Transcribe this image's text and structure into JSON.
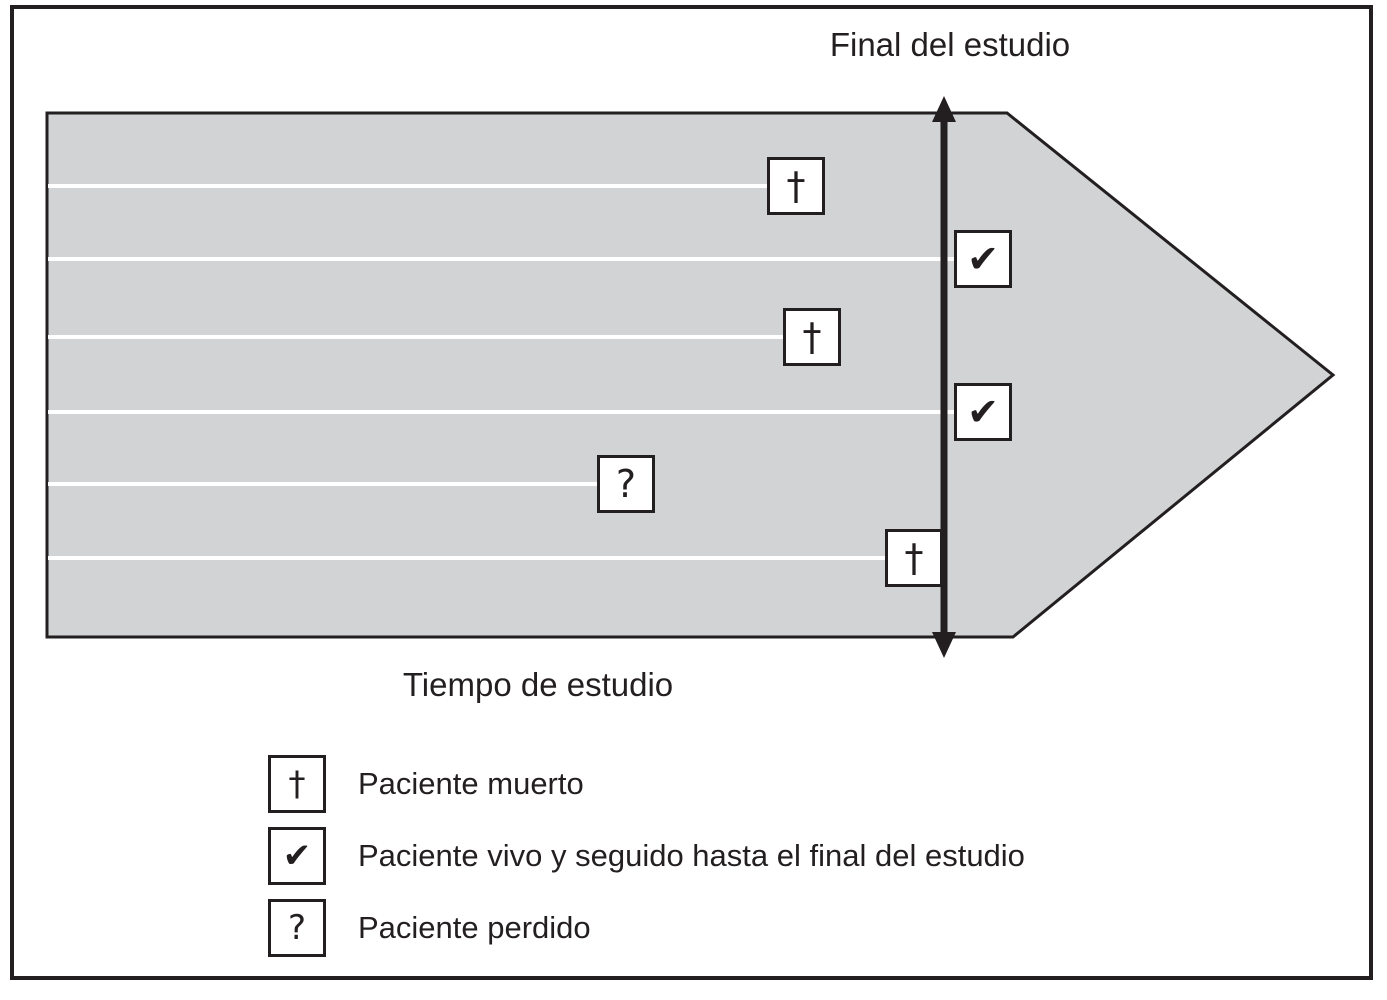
{
  "figure": {
    "title_top": "Final del estudio",
    "axis_label": "Tiempo de estudio"
  },
  "symbols": {
    "dead": "†",
    "alive": "✔",
    "lost": "?"
  },
  "patients": [
    {
      "row": 1,
      "status": "dead",
      "symbol": "†"
    },
    {
      "row": 2,
      "status": "alive",
      "symbol": "✔"
    },
    {
      "row": 3,
      "status": "dead",
      "symbol": "†"
    },
    {
      "row": 4,
      "status": "alive",
      "symbol": "✔"
    },
    {
      "row": 5,
      "status": "lost",
      "symbol": "?"
    },
    {
      "row": 6,
      "status": "dead",
      "symbol": "†"
    }
  ],
  "legend": {
    "items": [
      {
        "symbol": "†",
        "label": "Paciente muerto"
      },
      {
        "symbol": "✔",
        "label": "Paciente vivo y seguido hasta el final del estudio"
      },
      {
        "symbol": "?",
        "label": "Paciente perdido"
      }
    ]
  },
  "colors": {
    "arrow_fill": "#d1d3d4",
    "line_black": "#231f20",
    "timeline_white": "#ffffff"
  }
}
